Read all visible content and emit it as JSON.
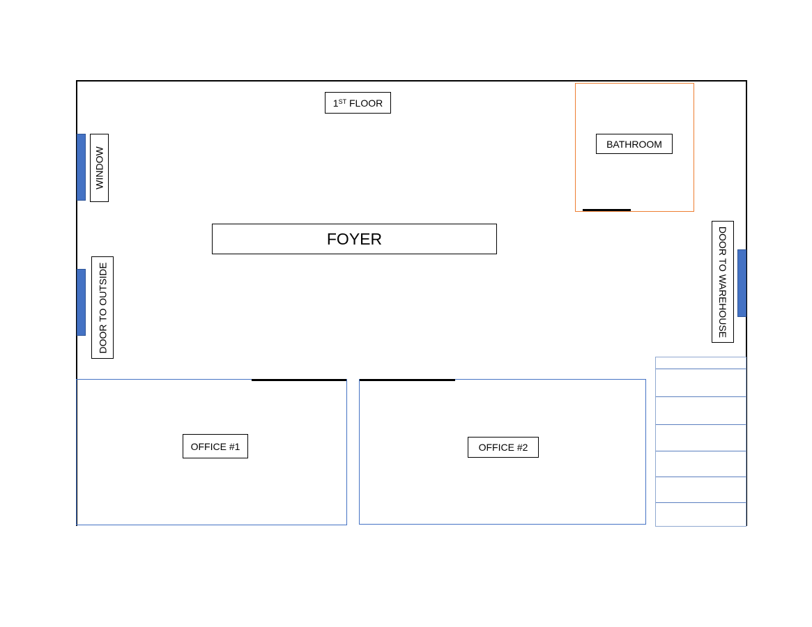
{
  "floor_plan": {
    "floor_label": {
      "prefix": "1",
      "superscript": "ST",
      "suffix": " FLOOR"
    },
    "foyer": "FOYER",
    "bathroom": "BATHROOM",
    "window": "WINDOW",
    "door_outside": "DOOR TO OUTSIDE",
    "door_warehouse": "DOOR TO WAREHOUSE",
    "office_1": "OFFICE #1",
    "office_2": "OFFICE #2"
  },
  "colors": {
    "wall": "#000000",
    "room_outline": "#4472c4",
    "bathroom_outline": "#ed7d31",
    "opening_fill": "#4472c4"
  }
}
